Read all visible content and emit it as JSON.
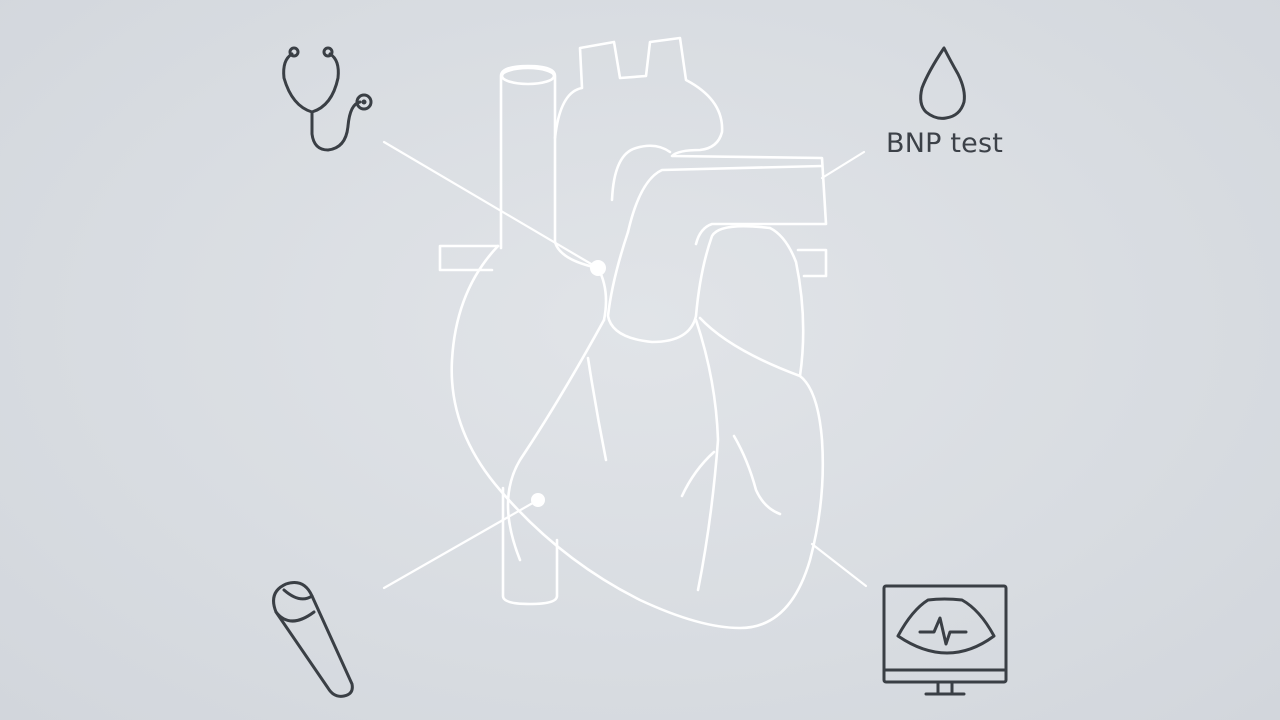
{
  "diagram": {
    "callouts": [
      {
        "id": "stethoscope",
        "icon": "stethoscope-icon",
        "label": ""
      },
      {
        "id": "bnp",
        "icon": "blood-drop-icon",
        "label": "BNP test"
      },
      {
        "id": "probe",
        "icon": "ultrasound-probe-icon",
        "label": ""
      },
      {
        "id": "monitor",
        "icon": "echocardiogram-monitor-icon",
        "label": ""
      }
    ],
    "colors": {
      "background": "#d9dde2",
      "heart_outline": "#ffffff",
      "icon_stroke": "#3a3f45"
    }
  }
}
